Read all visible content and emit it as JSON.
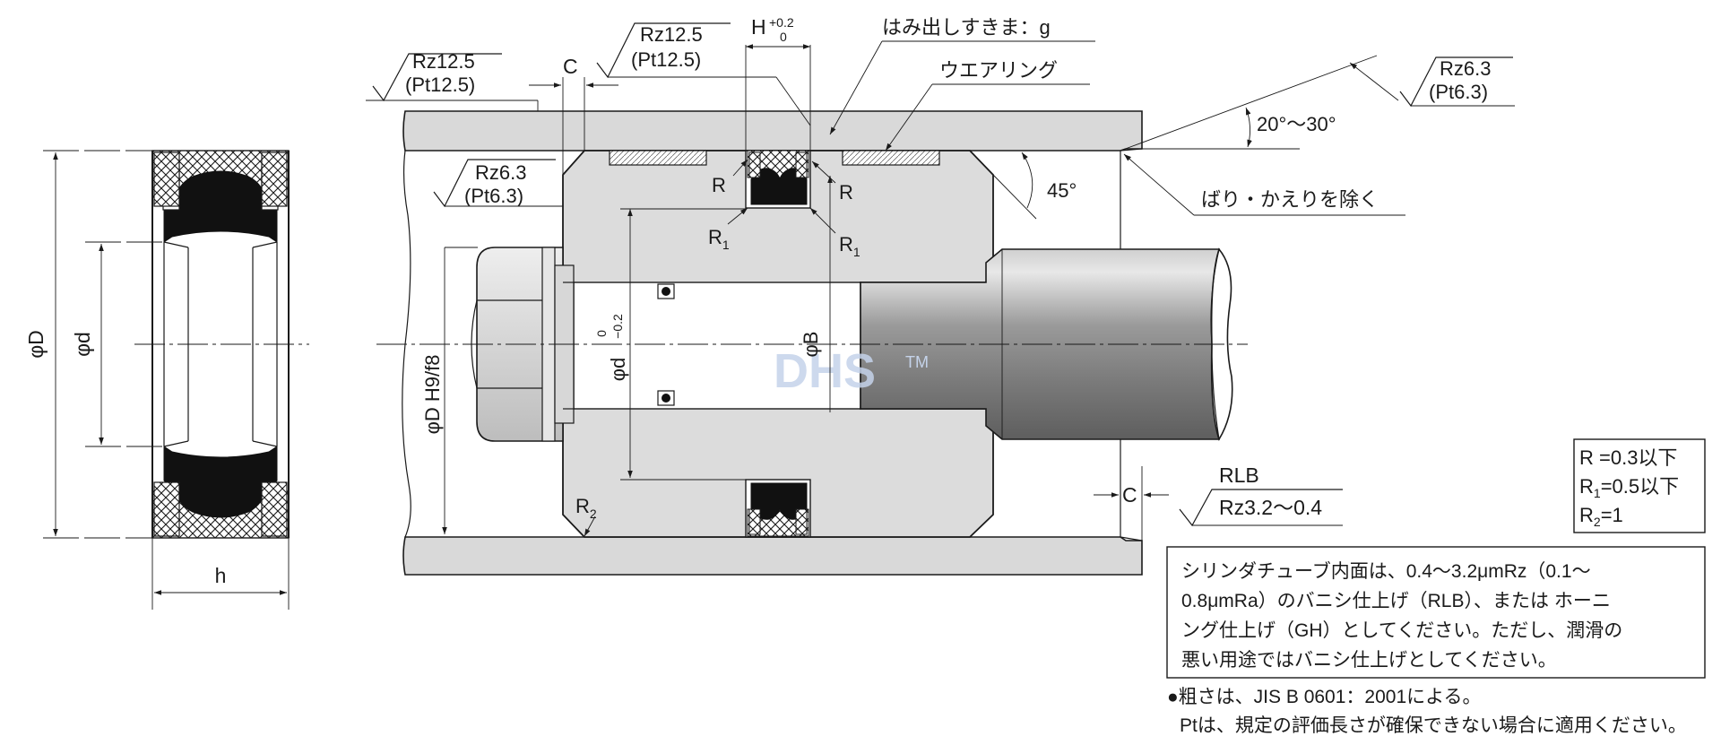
{
  "seal_view": {
    "dim_outer": "φD",
    "dim_inner": "φd",
    "dim_height": "h"
  },
  "housing": {
    "rough_top_left": {
      "rz": "Rz12.5",
      "pt": "(Pt12.5)"
    },
    "rough_groove_top": {
      "rz": "Rz12.5",
      "pt": "(Pt12.5)"
    },
    "rough_piston": {
      "rz": "Rz6.3",
      "pt": "(Pt6.3)"
    },
    "rough_right": {
      "rz": "Rz6.3",
      "pt": "(Pt6.3)"
    },
    "chamfer_top": "C",
    "chamfer_bottom": "C",
    "groove_width": {
      "main": "H",
      "tol_upper": "+0.2",
      "tol_lower": "0"
    },
    "extrusion_gap": "はみ出しすきま：g",
    "wear_ring": "ウエアリング",
    "angle_range": "20°〜30°",
    "angle_45": "45°",
    "deburr": "ばり・かえりを除く",
    "radius_labels": [
      "R",
      "R"
    ],
    "r1_labels": [
      {
        "main": "R",
        "sub": "1"
      },
      {
        "main": "R",
        "sub": "1"
      }
    ],
    "r2_label": {
      "main": "R",
      "sub": "2"
    },
    "dim_bore": "φD H9/f8",
    "dim_groove": {
      "main": "φd",
      "tol_upper": "0",
      "tol_lower": "−0.2"
    },
    "dim_rod": "φB",
    "finish_code": "RLB",
    "finish_rough": "Rz3.2〜0.4",
    "watermark": "DHS",
    "watermark_tm": "TM"
  },
  "radius_table": [
    {
      "main": "R",
      "sub": "",
      "rest": " =0.3以下"
    },
    {
      "main": "R",
      "sub": "1",
      "rest": "=0.5以下"
    },
    {
      "main": "R",
      "sub": "2",
      "rest": "=1"
    }
  ],
  "note_box": [
    "シリンダチューブ内面は、0.4〜3.2μmRz（0.1〜",
    "0.8μmRa）のバニシ仕上げ（RLB）、または ホーニ",
    "ング仕上げ（GH）としてください。ただし、潤滑の",
    "悪い用途ではバニシ仕上げとしてください。"
  ],
  "footnotes": [
    "●粗さは、JIS B 0601：2001による。",
    "Ptは、規定の評価長さが確保できない場合に適用ください。"
  ]
}
